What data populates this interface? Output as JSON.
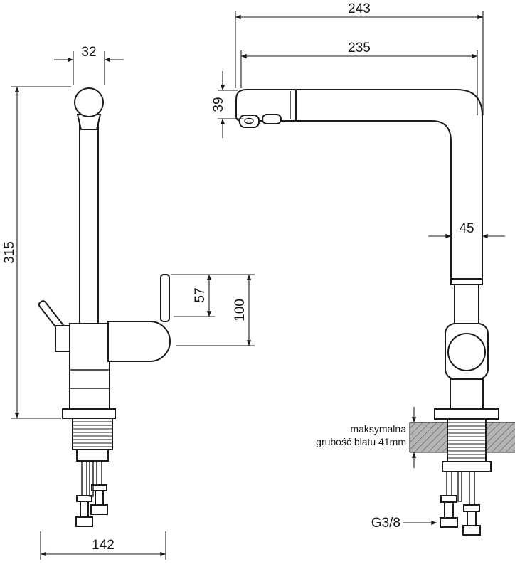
{
  "dims": {
    "front": {
      "head_width": "32",
      "total_height": "315",
      "lever_height": "57",
      "body_height": "100",
      "base_span": "142"
    },
    "side": {
      "overall_depth": "243",
      "spout_reach": "235",
      "head_height": "39",
      "pipe_width": "45",
      "thread": "G3/8"
    },
    "counter_note": {
      "line1": "maksymalna",
      "line2": "grubość blatu 41mm"
    },
    "colors": {
      "line": "#1b1b1b",
      "counter_fill": "#b5b5b5",
      "background": "#ffffff"
    }
  }
}
